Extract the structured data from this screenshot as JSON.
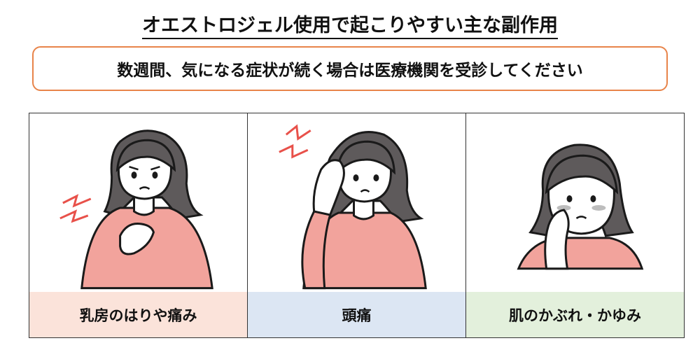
{
  "title": "オエストロジェル使用で起こりやすい主な副作用",
  "notice": "数週間、気になる症状が続く場合は医療機関を受診してください",
  "panels": [
    {
      "caption": "乳房のはりや痛み",
      "color": "#fbe3da",
      "illustration": "woman-hand-on-chest"
    },
    {
      "caption": "頭痛",
      "color": "#dce6f3",
      "illustration": "woman-hand-on-head"
    },
    {
      "caption": "肌のかぶれ・かゆみ",
      "color": "#e3f0dc",
      "illustration": "woman-hand-on-cheek"
    }
  ],
  "colors": {
    "accent_border": "#e8844a",
    "shirt": "#f2a39c",
    "hair": "#5e5a5b",
    "skin": "#ffffff",
    "pain_marks": "#e8514a"
  }
}
